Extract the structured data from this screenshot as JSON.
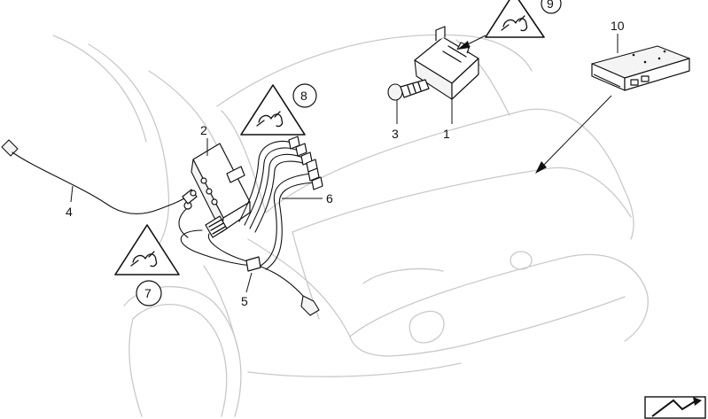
{
  "callouts": {
    "c1": "1",
    "c2": "2",
    "c3": "3",
    "c4": "4",
    "c5": "5",
    "c6": "6",
    "c7": "7",
    "c8": "8",
    "c9": "9",
    "c10": "10"
  },
  "icons": {
    "warning_symbol": "hand-plug-warning-icon",
    "corner_logo": "corner-arrow-logo-icon"
  }
}
